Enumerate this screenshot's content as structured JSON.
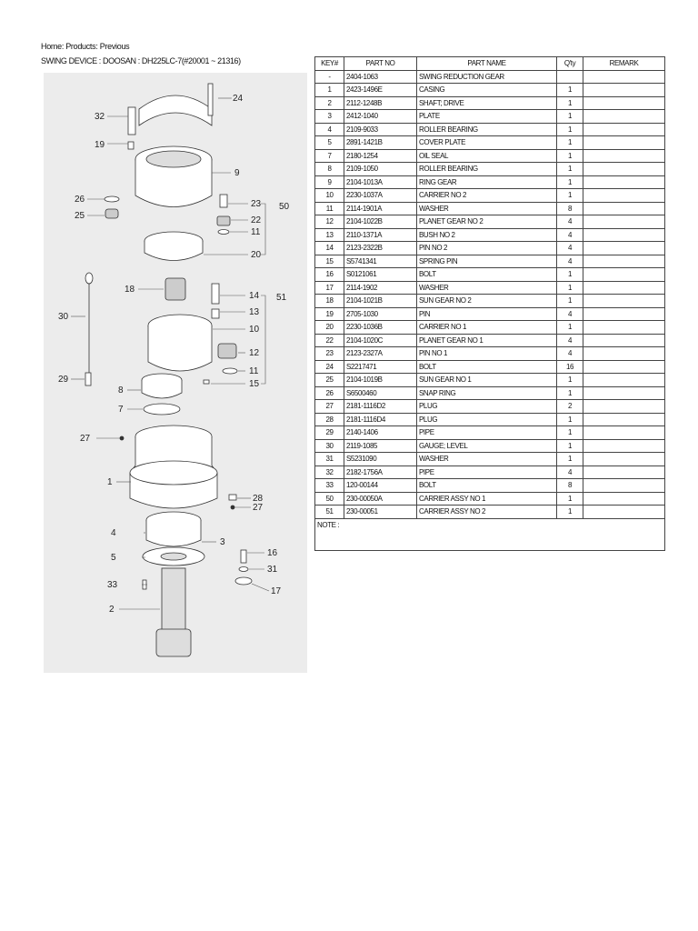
{
  "breadcrumb": {
    "home": "Home",
    "products": "Products",
    "previous": "Previous"
  },
  "page_title": "SWING DEVICE : DOOSAN : DH225LC-7(#20001 ~ 21316)",
  "table": {
    "headers": [
      "KEY#",
      "PART NO",
      "PART NAME",
      "Q'ty",
      "REMARK"
    ],
    "rows": [
      [
        "-",
        "2404-1063",
        "SWING REDUCTION GEAR",
        "",
        ""
      ],
      [
        "1",
        "2423-1496E",
        "CASING",
        "1",
        ""
      ],
      [
        "2",
        "2112-1248B",
        "SHAFT; DRIVE",
        "1",
        ""
      ],
      [
        "3",
        "2412-1040",
        "PLATE",
        "1",
        ""
      ],
      [
        "4",
        "2109-9033",
        "ROLLER BEARING",
        "1",
        ""
      ],
      [
        "5",
        "2891-1421B",
        "COVER PLATE",
        "1",
        ""
      ],
      [
        "7",
        "2180-1254",
        "OIL SEAL",
        "1",
        ""
      ],
      [
        "8",
        "2109-1050",
        "ROLLER BEARING",
        "1",
        ""
      ],
      [
        "9",
        "2104-1013A",
        "RING GEAR",
        "1",
        ""
      ],
      [
        "10",
        "2230-1037A",
        "CARRIER NO 2",
        "1",
        ""
      ],
      [
        "11",
        "2114-1901A",
        "WASHER",
        "8",
        ""
      ],
      [
        "12",
        "2104-1022B",
        "PLANET GEAR NO 2",
        "4",
        ""
      ],
      [
        "13",
        "2110-1371A",
        "BUSH NO 2",
        "4",
        ""
      ],
      [
        "14",
        "2123-2322B",
        "PIN NO 2",
        "4",
        ""
      ],
      [
        "15",
        "S5741341",
        "SPRING PIN",
        "4",
        ""
      ],
      [
        "16",
        "S0121061",
        "BOLT",
        "1",
        ""
      ],
      [
        "17",
        "2114-1902",
        "WASHER",
        "1",
        ""
      ],
      [
        "18",
        "2104-1021B",
        "SUN GEAR NO 2",
        "1",
        ""
      ],
      [
        "19",
        "2705-1030",
        "PIN",
        "4",
        ""
      ],
      [
        "20",
        "2230-1036B",
        "CARRIER NO 1",
        "1",
        ""
      ],
      [
        "22",
        "2104-1020C",
        "PLANET GEAR NO 1",
        "4",
        ""
      ],
      [
        "23",
        "2123-2327A",
        "PIN NO 1",
        "4",
        ""
      ],
      [
        "24",
        "S2217471",
        "BOLT",
        "16",
        ""
      ],
      [
        "25",
        "2104-1019B",
        "SUN GEAR NO 1",
        "1",
        ""
      ],
      [
        "26",
        "S6500460",
        "SNAP RING",
        "1",
        ""
      ],
      [
        "27",
        "2181-1116D2",
        "PLUG",
        "2",
        ""
      ],
      [
        "28",
        "2181-1116D4",
        "PLUG",
        "1",
        ""
      ],
      [
        "29",
        "2140-1406",
        "PIPE",
        "1",
        ""
      ],
      [
        "30",
        "2119-1085",
        "GAUGE; LEVEL",
        "1",
        ""
      ],
      [
        "31",
        "S5231090",
        "WASHER",
        "1",
        ""
      ],
      [
        "32",
        "2182-1756A",
        "PIPE",
        "4",
        ""
      ],
      [
        "33",
        "120-00144",
        "BOLT",
        "8",
        ""
      ],
      [
        "50",
        "230-00050A",
        "CARRIER ASSY NO 1",
        "1",
        ""
      ],
      [
        "51",
        "230-00051",
        "CARRIER ASSY NO 2",
        "1",
        ""
      ]
    ],
    "note_label": "NOTE :"
  },
  "diagram": {
    "callouts": {
      "c24": "24",
      "c32": "32",
      "c19": "19",
      "c9": "9",
      "c26": "26",
      "c25": "25",
      "c23": "23",
      "c50": "50",
      "c22": "22",
      "c11a": "11",
      "c20": "20",
      "c18": "18",
      "c14": "14",
      "c51": "51",
      "c30": "30",
      "c13": "13",
      "c10": "10",
      "c12": "12",
      "c11b": "11",
      "c29": "29",
      "c15": "15",
      "c8": "8",
      "c7": "7",
      "c27a": "27",
      "c1": "1",
      "c28": "28",
      "c27b": "27",
      "c4": "4",
      "c3": "3",
      "c16": "16",
      "c5": "5",
      "c31": "31",
      "c33": "33",
      "c17": "17",
      "c2": "2"
    }
  }
}
